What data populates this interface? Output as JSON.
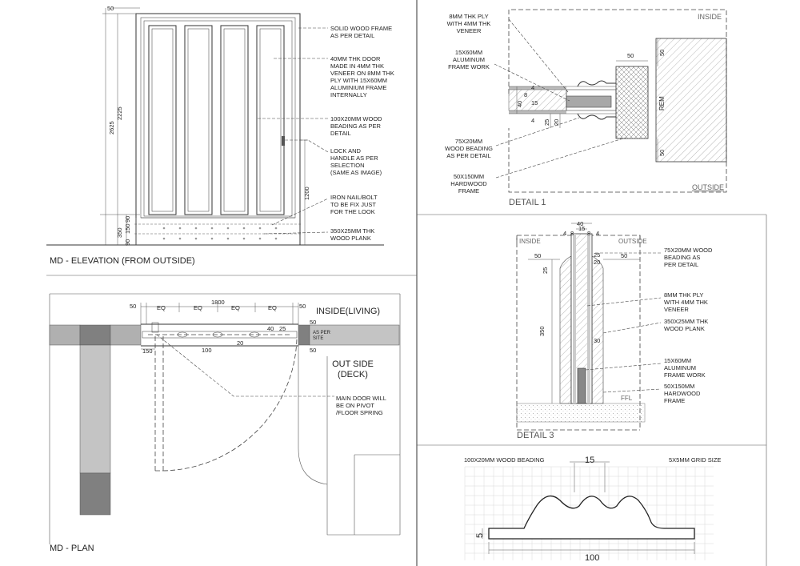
{
  "elevation": {
    "title": "MD - ELEVATION (FROM OUTSIDE)",
    "dims": {
      "top": "50",
      "overall": "2625",
      "door": "2225",
      "plank": "350",
      "d150": "150",
      "d90a": "90",
      "d90b": "90",
      "lock": "1200"
    },
    "notes": [
      "SOLID WOOD FRAME\nAS PER DETAIL",
      "40MM THK DOOR\nMADE IN 4MM THK\nVENEER ON 8MM THK\nPLY WITH 15X60MM\nALUMINIUM FRAME\nINTERNALLY",
      "100X20MM WOOD\nBEADING AS PER\nDETAIL",
      "LOCK AND\nHANDLE AS PER\nSELECTION\n(SAME AS IMAGE)",
      "IRON NAIL/BOLT\nTO BE FIX JUST\nFOR THE LOOK",
      "350X25MM THK\nWOOD PLANK"
    ]
  },
  "plan": {
    "title": "MD - PLAN",
    "inside_label": "INSIDE(LIVING)",
    "outside_label": "OUT SIDE\n(DECK)",
    "as_per_site": "AS PER\nSITE",
    "dims": {
      "overall": "1800",
      "left": "50",
      "right": "50",
      "eq": [
        "EQ",
        "EQ",
        "EQ",
        "EQ"
      ],
      "d40": "40",
      "d25": "25",
      "d20": "20",
      "d100": "100",
      "d150": "150",
      "r50a": "50",
      "r50b": "50"
    },
    "note": "MAIN DOOR WILL\nBE ON PIVOT\n/FLOOR SPRING"
  },
  "detail1": {
    "title": "DETAIL 1",
    "inside": "INSIDE",
    "outside": "OUTSIDE",
    "rem": "REM",
    "dims": {
      "d50top": "50",
      "d50r1": "50",
      "d50r2": "50",
      "d4a": "4",
      "d8": "8",
      "d40": "40",
      "d15": "15",
      "d4b": "4",
      "d25": "25",
      "d20": "20"
    },
    "notes": [
      "8MM THK PLY\nWITH 4MM THK\nVENEER",
      "15X60MM\nALUMINUM\nFRAME WORK",
      "75X20MM\nWOOD BEADING\nAS PER DETAIL",
      "50X150MM\nHARDWOOD\nFRAME"
    ]
  },
  "detail3": {
    "title": "DETAIL 3",
    "inside": "INSIDE",
    "outside": "OUTSIDE",
    "ffl": "FFL",
    "dims": {
      "d40": "40",
      "d15": "15",
      "d4a": "4",
      "d8a": "8",
      "d8b": "8",
      "d4b": "4",
      "d50l": "50",
      "d25l": "25",
      "d25r": "25",
      "d20r": "20",
      "d50r": "50",
      "d350": "350",
      "d30": "30"
    },
    "notes": [
      "75X20MM WOOD\nBEADING AS\nPER DETAIL",
      "8MM THK PLY\nWITH 4MM THK\nVENEER",
      "350X25MM THK\nWOOD PLANK",
      "15X60MM\nALUMINUM\nFRAME WORK",
      "50X150MM\nHARDWOOD\nFRAME"
    ]
  },
  "beading": {
    "title": "100X20MM WOOD BEADING",
    "grid_size": "5X5MM GRID SIZE",
    "d15": "15",
    "d5": "5",
    "d100": "100"
  }
}
